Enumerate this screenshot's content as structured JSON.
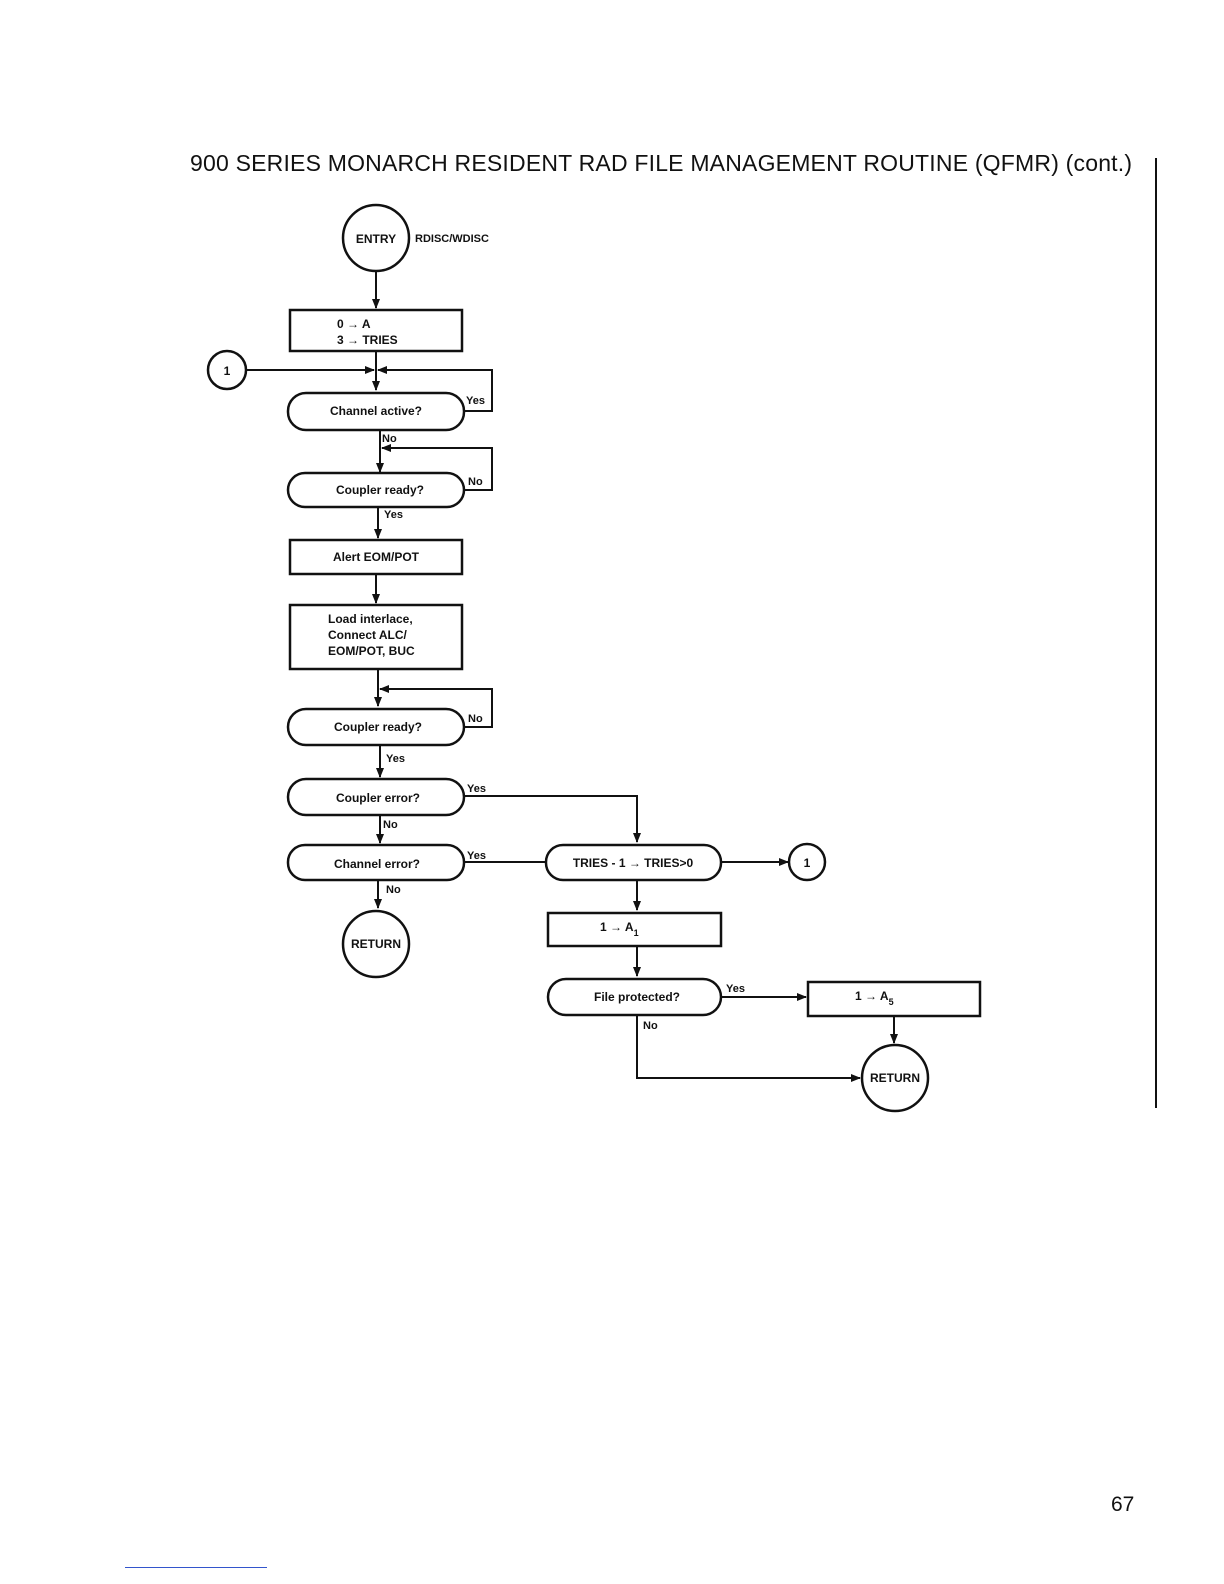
{
  "header": {
    "title": "900 SERIES MONARCH RESIDENT RAD FILE MANAGEMENT ROUTINE (QFMR) (cont.)"
  },
  "footer": {
    "page_number": "67"
  },
  "flowchart": {
    "entry": "ENTRY",
    "entry_label": "RDISC/WDISC",
    "init_line1": "0  →  A",
    "init_line2": "3  →  TRIES",
    "connector_in": "1",
    "channel_active": "Channel active?",
    "coupler_ready_1": "Coupler ready?",
    "alert": "Alert EOM/POT",
    "load_line1": "Load interlace,",
    "load_line2": "Connect ALC/",
    "load_line3": "EOM/POT, BUC",
    "coupler_ready_2": "Coupler ready?",
    "coupler_error": "Coupler error?",
    "channel_error": "Channel error?",
    "return_1": "RETURN",
    "tries": "TRIES - 1  →  TRIES>0",
    "connector_out": "1",
    "a1_text": "1  →  A",
    "a1_sub": "1",
    "file_protected": "File protected?",
    "a5_text": "1  →  A",
    "a5_sub": "5",
    "return_2": "RETURN",
    "yes": "Yes",
    "no": "No"
  }
}
